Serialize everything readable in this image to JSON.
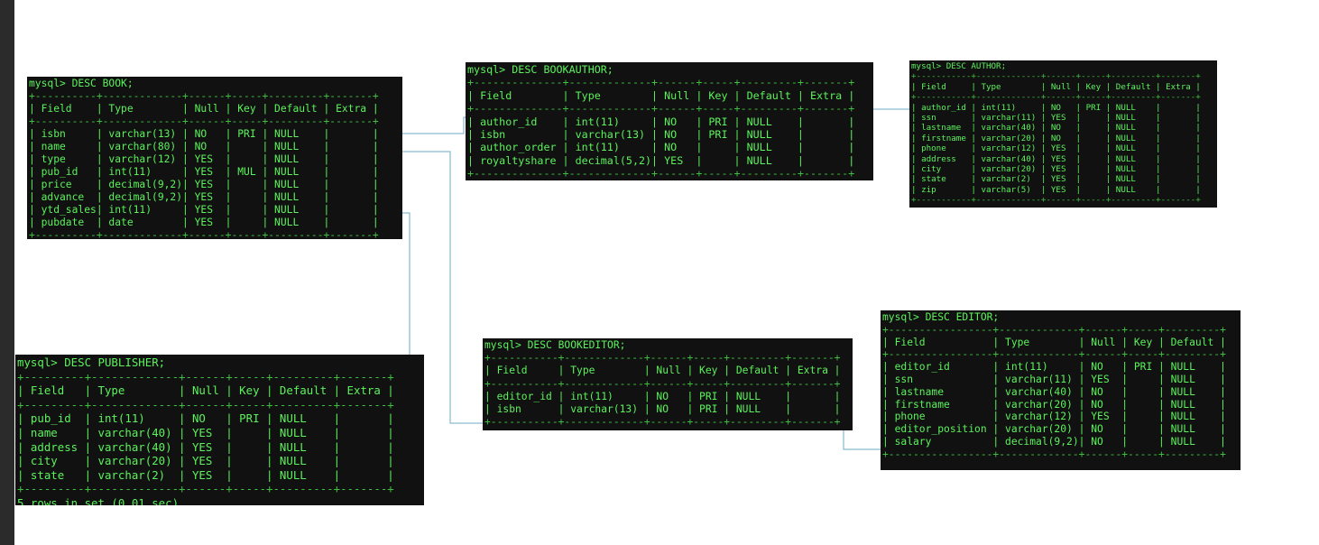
{
  "prompt_prefix": "mysql>",
  "tables": {
    "book": {
      "command": "DESC BOOK;",
      "headers": [
        "Field",
        "Type",
        "Null",
        "Key",
        "Default",
        "Extra"
      ],
      "widths": [
        10,
        13,
        6,
        5,
        9,
        7
      ],
      "rows": [
        [
          "isbn",
          "varchar(13)",
          "NO",
          "PRI",
          "NULL",
          ""
        ],
        [
          "name",
          "varchar(80)",
          "NO",
          "",
          "NULL",
          ""
        ],
        [
          "type",
          "varchar(12)",
          "YES",
          "",
          "NULL",
          ""
        ],
        [
          "pub_id",
          "int(11)",
          "YES",
          "MUL",
          "NULL",
          ""
        ],
        [
          "price",
          "decimal(9,2)",
          "YES",
          "",
          "NULL",
          ""
        ],
        [
          "advance",
          "decimal(9,2)",
          "YES",
          "",
          "NULL",
          ""
        ],
        [
          "ytd_sales",
          "int(11)",
          "YES",
          "",
          "NULL",
          ""
        ],
        [
          "pubdate",
          "date",
          "YES",
          "",
          "NULL",
          ""
        ]
      ],
      "footer": ""
    },
    "bookauthor": {
      "command": "DESC BOOKAUTHOR;",
      "headers": [
        "Field",
        "Type",
        "Null",
        "Key",
        "Default",
        "Extra"
      ],
      "widths": [
        14,
        13,
        6,
        5,
        9,
        7
      ],
      "rows": [
        [
          "author_id",
          "int(11)",
          "NO",
          "PRI",
          "NULL",
          ""
        ],
        [
          "isbn",
          "varchar(13)",
          "NO",
          "PRI",
          "NULL",
          ""
        ],
        [
          "author_order",
          "int(11)",
          "NO",
          "",
          "NULL",
          ""
        ],
        [
          "royaltyshare",
          "decimal(5,2)",
          "YES",
          "",
          "NULL",
          ""
        ]
      ],
      "footer": ""
    },
    "author": {
      "command": "DESC AUTHOR;",
      "headers": [
        "Field",
        "Type",
        "Null",
        "Key",
        "Default",
        "Extra"
      ],
      "widths": [
        11,
        13,
        6,
        5,
        9,
        7
      ],
      "rows": [
        [
          "author_id",
          "int(11)",
          "NO",
          "PRI",
          "NULL",
          ""
        ],
        [
          "ssn",
          "varchar(11)",
          "YES",
          "",
          "NULL",
          ""
        ],
        [
          "lastname",
          "varchar(40)",
          "NO",
          "",
          "NULL",
          ""
        ],
        [
          "firstname",
          "varchar(20)",
          "NO",
          "",
          "NULL",
          ""
        ],
        [
          "phone",
          "varchar(12)",
          "YES",
          "",
          "NULL",
          ""
        ],
        [
          "address",
          "varchar(40)",
          "YES",
          "",
          "NULL",
          ""
        ],
        [
          "city",
          "varchar(20)",
          "YES",
          "",
          "NULL",
          ""
        ],
        [
          "state",
          "varchar(2)",
          "YES",
          "",
          "NULL",
          ""
        ],
        [
          "zip",
          "varchar(5)",
          "YES",
          "",
          "NULL",
          ""
        ]
      ],
      "footer": ""
    },
    "publisher": {
      "command": "DESC PUBLISHER;",
      "headers": [
        "Field",
        "Type",
        "Null",
        "Key",
        "Default",
        "Extra"
      ],
      "widths": [
        9,
        13,
        6,
        5,
        9,
        7
      ],
      "rows": [
        [
          "pub_id",
          "int(11)",
          "NO",
          "PRI",
          "NULL",
          ""
        ],
        [
          "name",
          "varchar(40)",
          "YES",
          "",
          "NULL",
          ""
        ],
        [
          "address",
          "varchar(40)",
          "YES",
          "",
          "NULL",
          ""
        ],
        [
          "city",
          "varchar(20)",
          "YES",
          "",
          "NULL",
          ""
        ],
        [
          "state",
          "varchar(2)",
          "YES",
          "",
          "NULL",
          ""
        ]
      ],
      "footer": "5 rows in set (0.01 sec)"
    },
    "bookeditor": {
      "command": "DESC BOOKEDITOR;",
      "headers": [
        "Field",
        "Type",
        "Null",
        "Key",
        "Default",
        "Extra"
      ],
      "widths": [
        11,
        13,
        6,
        5,
        9,
        7
      ],
      "rows": [
        [
          "editor_id",
          "int(11)",
          "NO",
          "PRI",
          "NULL",
          ""
        ],
        [
          "isbn",
          "varchar(13)",
          "NO",
          "PRI",
          "NULL",
          ""
        ]
      ],
      "footer": ""
    },
    "editor": {
      "command": "DESC EDITOR;",
      "headers": [
        "Field",
        "Type",
        "Null",
        "Key",
        "Default"
      ],
      "widths": [
        17,
        13,
        6,
        5,
        9
      ],
      "rows": [
        [
          "editor_id",
          "int(11)",
          "NO",
          "PRI",
          "NULL"
        ],
        [
          "ssn",
          "varchar(11)",
          "YES",
          "",
          "NULL"
        ],
        [
          "lastname",
          "varchar(40)",
          "NO",
          "",
          "NULL"
        ],
        [
          "firstname",
          "varchar(20)",
          "NO",
          "",
          "NULL"
        ],
        [
          "phone",
          "varchar(12)",
          "YES",
          "",
          "NULL"
        ],
        [
          "editor_position",
          "varchar(20)",
          "NO",
          "",
          "NULL"
        ],
        [
          "salary",
          "decimal(9,2)",
          "NO",
          "",
          "NULL"
        ]
      ],
      "footer": ""
    }
  }
}
